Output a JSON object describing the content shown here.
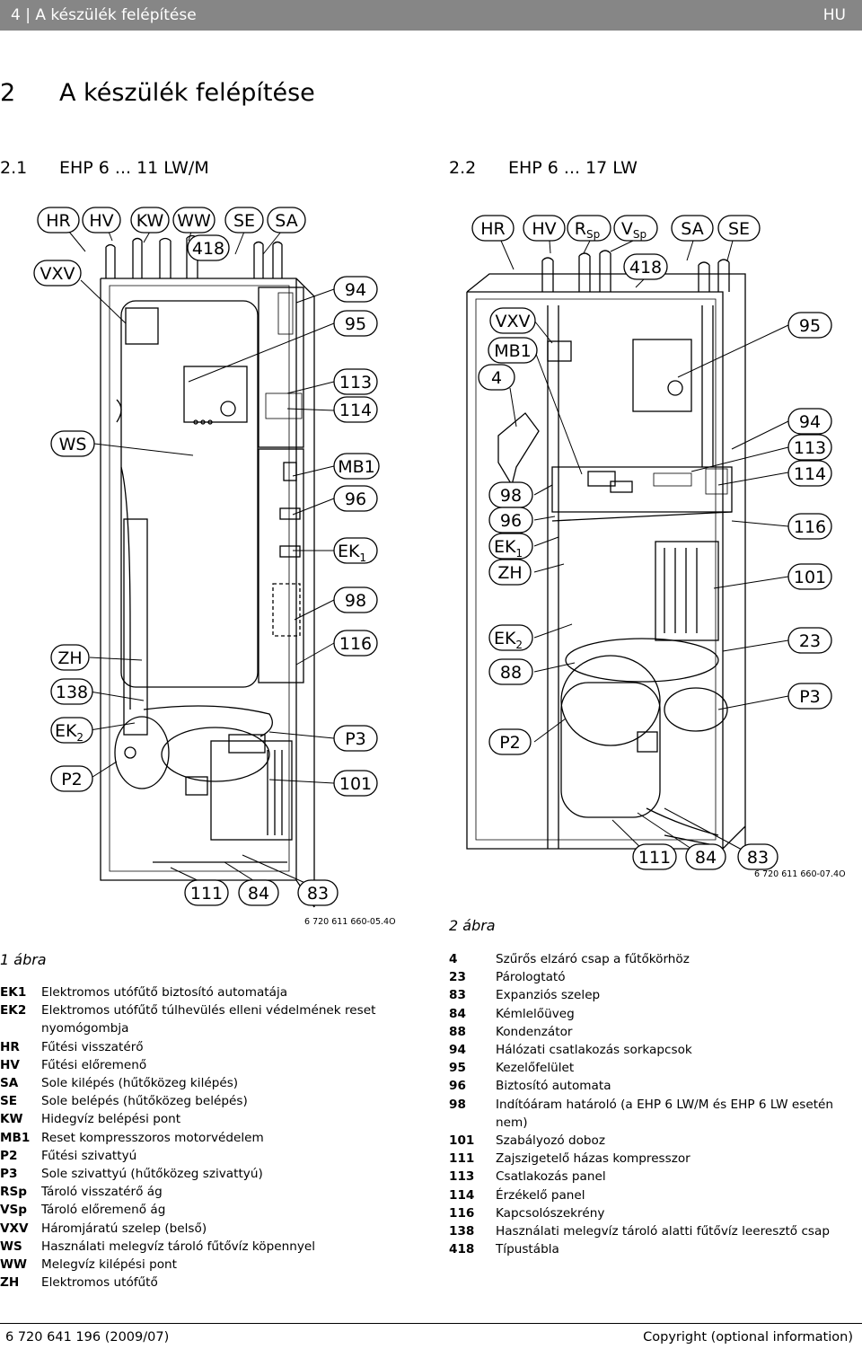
{
  "header": {
    "section": "4 | A készülék felépítése",
    "lang": "HU"
  },
  "title": {
    "number": "2",
    "text": "A készülék felépítése"
  },
  "sections": [
    {
      "number": "2.1",
      "text": "EHP 6 ... 11 LW/M"
    },
    {
      "number": "2.2",
      "text": "EHP 6 ... 17 LW"
    }
  ],
  "figure1": {
    "code": "6 720 611 660-05.4O",
    "caption": "1 ábra",
    "labels": {
      "HR": "HR",
      "HV": "HV",
      "KW": "KW",
      "WW": "WW",
      "SE": "SE",
      "SA": "SA",
      "418": "418",
      "VXV": "VXV",
      "94": "94",
      "95": "95",
      "113": "113",
      "114": "114",
      "WS": "WS",
      "MB1": "MB1",
      "96": "96",
      "EK1": "EK",
      "EK1_sub": "1",
      "98": "98",
      "ZH": "ZH",
      "116": "116",
      "138": "138",
      "EK2": "EK",
      "EK2_sub": "2",
      "P3": "P3",
      "P2": "P2",
      "101": "101",
      "111": "111",
      "84": "84",
      "83": "83"
    }
  },
  "figure2": {
    "code": "6 720 611 660-07.4O",
    "caption": "2 ábra",
    "labels": {
      "HR": "HR",
      "HV": "HV",
      "RSp": "R",
      "RSp_sub": "Sp",
      "VSp": "V",
      "VSp_sub": "Sp",
      "SA": "SA",
      "SE": "SE",
      "418": "418",
      "VXV": "VXV",
      "MB1": "MB1",
      "4": "4",
      "95": "95",
      "94": "94",
      "113": "113",
      "114": "114",
      "98": "98",
      "96": "96",
      "EK1": "EK",
      "EK1_sub": "1",
      "ZH": "ZH",
      "116": "116",
      "101": "101",
      "EK2": "EK",
      "EK2_sub": "2",
      "88": "88",
      "23": "23",
      "P3": "P3",
      "P2": "P2",
      "111": "111",
      "84": "84",
      "83": "83"
    }
  },
  "legend_left": [
    {
      "key": "EK1",
      "text": "Elektromos utófűtő biztosító automatája"
    },
    {
      "key": "EK2",
      "text": "Elektromos utófűtő túlhevülés elleni védelmének reset nyomógombja"
    },
    {
      "key": "HR",
      "text": "Fűtési visszatérő"
    },
    {
      "key": "HV",
      "text": "Fűtési előremenő"
    },
    {
      "key": "SA",
      "text": "Sole kilépés (hűtőközeg kilépés)"
    },
    {
      "key": "SE",
      "text": "Sole belépés (hűtőközeg belépés)"
    },
    {
      "key": "KW",
      "text": "Hidegvíz belépési pont"
    },
    {
      "key": "MB1",
      "text": "Reset kompresszoros motorvédelem"
    },
    {
      "key": "P2",
      "text": "Fűtési szivattyú"
    },
    {
      "key": "P3",
      "text": "Sole szivattyú (hűtőközeg szivattyú)"
    },
    {
      "key": "RSp",
      "text": "Tároló visszatérő ág"
    },
    {
      "key": "VSp",
      "text": "Tároló előremenő ág"
    },
    {
      "key": "VXV",
      "text": "Háromjáratú szelep (belső)"
    },
    {
      "key": "WS",
      "text": "Használati melegvíz tároló fűtővíz köpennyel"
    },
    {
      "key": "WW",
      "text": "Melegvíz kilépési pont"
    },
    {
      "key": "ZH",
      "text": "Elektromos utófűtő"
    }
  ],
  "legend_right": [
    {
      "key": "4",
      "text": "Szűrős elzáró csap a fűtőkörhöz"
    },
    {
      "key": "23",
      "text": "Párologtató"
    },
    {
      "key": "83",
      "text": "Expanziós szelep"
    },
    {
      "key": "84",
      "text": "Kémlelőüveg"
    },
    {
      "key": "88",
      "text": "Kondenzátor"
    },
    {
      "key": "94",
      "text": "Hálózati csatlakozás sorkapcsok"
    },
    {
      "key": "95",
      "text": "Kezelőfelület"
    },
    {
      "key": "96",
      "text": "Biztosító automata"
    },
    {
      "key": "98",
      "text": "Indítóáram határoló (a EHP 6 LW/M és EHP 6 LW esetén nem)"
    },
    {
      "key": "101",
      "text": "Szabályozó doboz"
    },
    {
      "key": "111",
      "text": "Zajszigetelő házas kompresszor"
    },
    {
      "key": "113",
      "text": "Csatlakozás panel"
    },
    {
      "key": "114",
      "text": "Érzékelő panel"
    },
    {
      "key": "116",
      "text": "Kapcsolószekrény"
    },
    {
      "key": "138",
      "text": "Használati melegvíz tároló alatti fűtővíz leeresztő csap"
    },
    {
      "key": "418",
      "text": "Típustábla"
    }
  ],
  "footer": {
    "left": "6 720 641 196 (2009/07)",
    "right": "Copyright (optional information)"
  }
}
